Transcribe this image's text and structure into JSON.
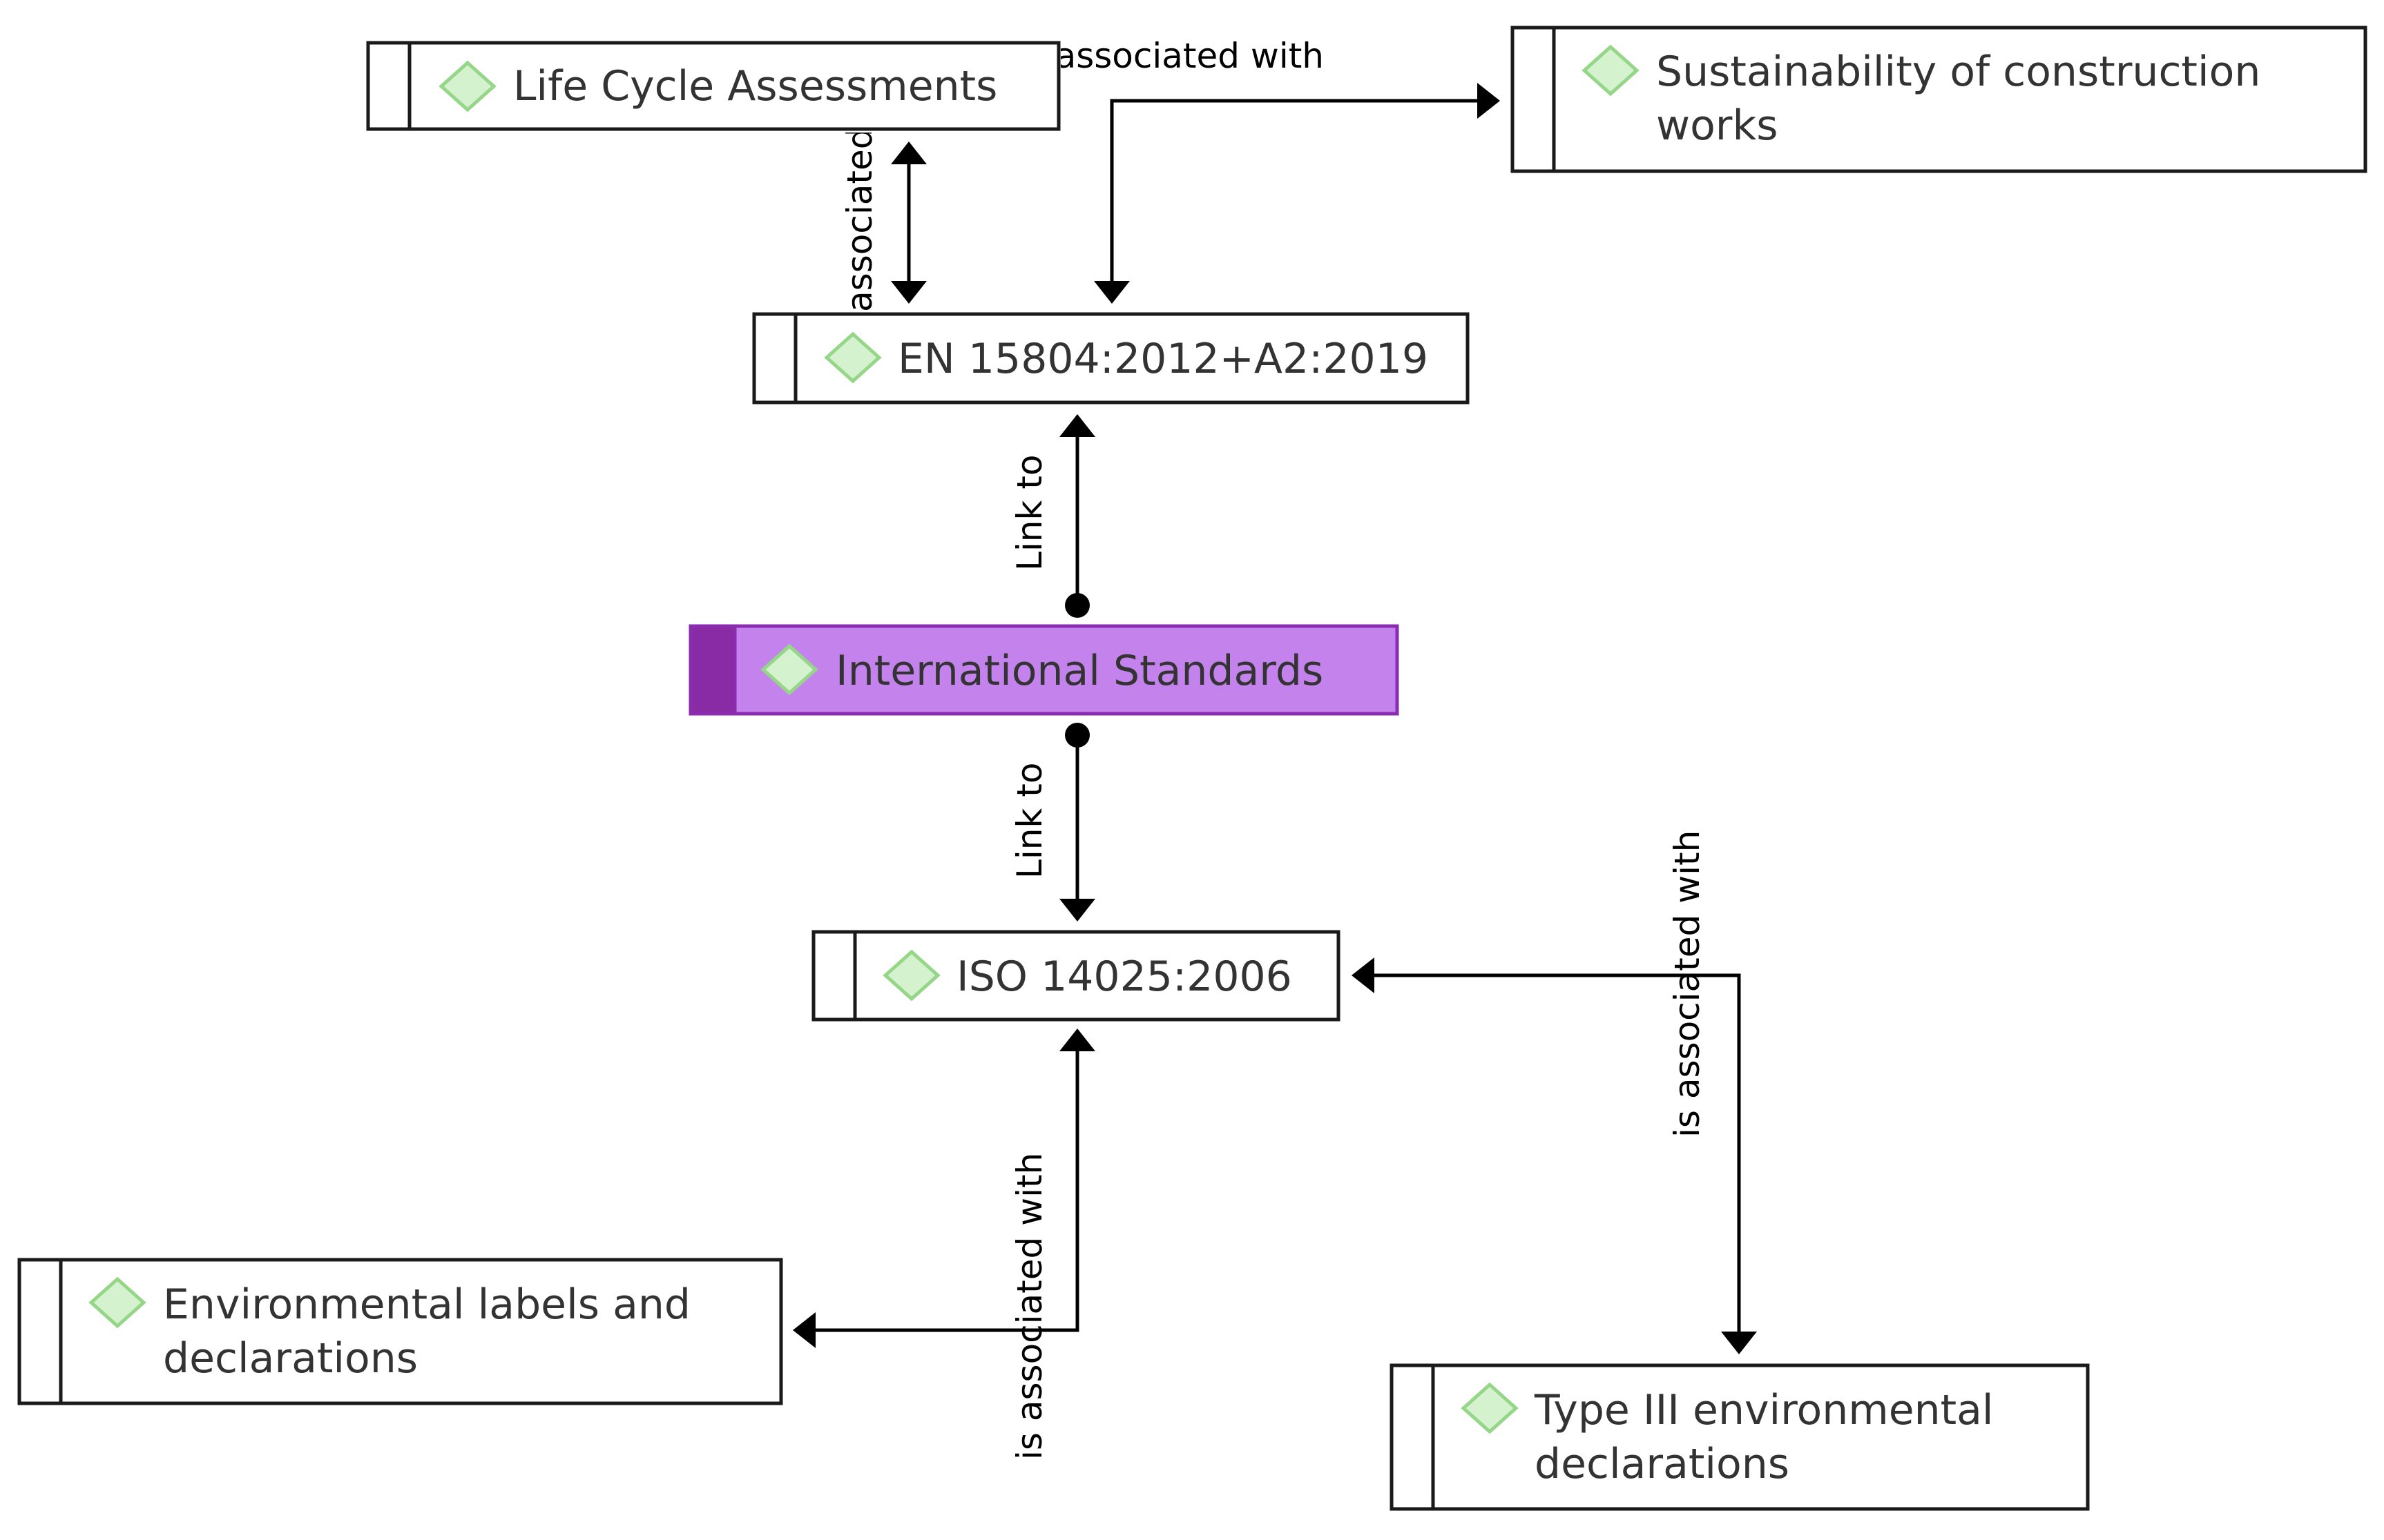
{
  "nodes": {
    "life_cycle": {
      "label": "Life Cycle Assessments"
    },
    "sustainability": {
      "line1": "Sustainability of construction",
      "line2": "works"
    },
    "en15804": {
      "label": "EN 15804:2012+A2:2019"
    },
    "international": {
      "label": "International Standards"
    },
    "iso14025": {
      "label": "ISO 14025:2006"
    },
    "env_labels": {
      "line1": "Environmental labels and",
      "line2": "declarations"
    },
    "type3": {
      "line1": "Type III environmental",
      "line2": "declarations"
    }
  },
  "edges": {
    "lca_en": "associated with",
    "sus_en": "is associated with",
    "intl_en": "Link to",
    "intl_iso": "Link to",
    "iso_env": "is associated with",
    "iso_type3": "is associated with"
  },
  "colors": {
    "central_fill": "#c482ec",
    "central_strip": "#8a2ba6",
    "diamond_fill": "#d5f2cf",
    "diamond_stroke": "#96d689"
  },
  "icons": {
    "node_marker": "diamond-icon"
  }
}
